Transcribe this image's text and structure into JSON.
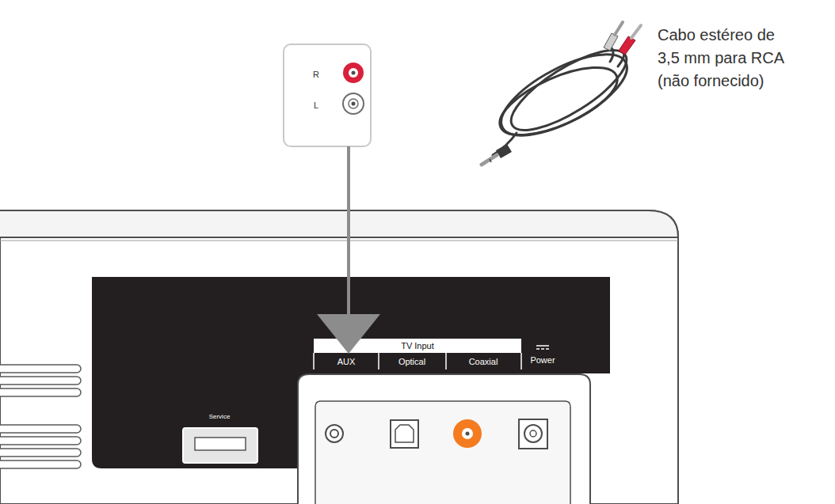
{
  "diagram": {
    "nodes": [
      {
        "text": [
          "R",
          "L"
        ]
      },
      {
        "text": [
          "AUX"
        ]
      }
    ],
    "edges": [
      {
        "from": 0,
        "to": 1,
        "arrow": "to"
      }
    ],
    "labels": [
      "Cabo estéreo de 3,5 mm para RCA (não fornecido)",
      "TV Input",
      "Optical",
      "Coaxial",
      "Power",
      "Service"
    ]
  }
}
